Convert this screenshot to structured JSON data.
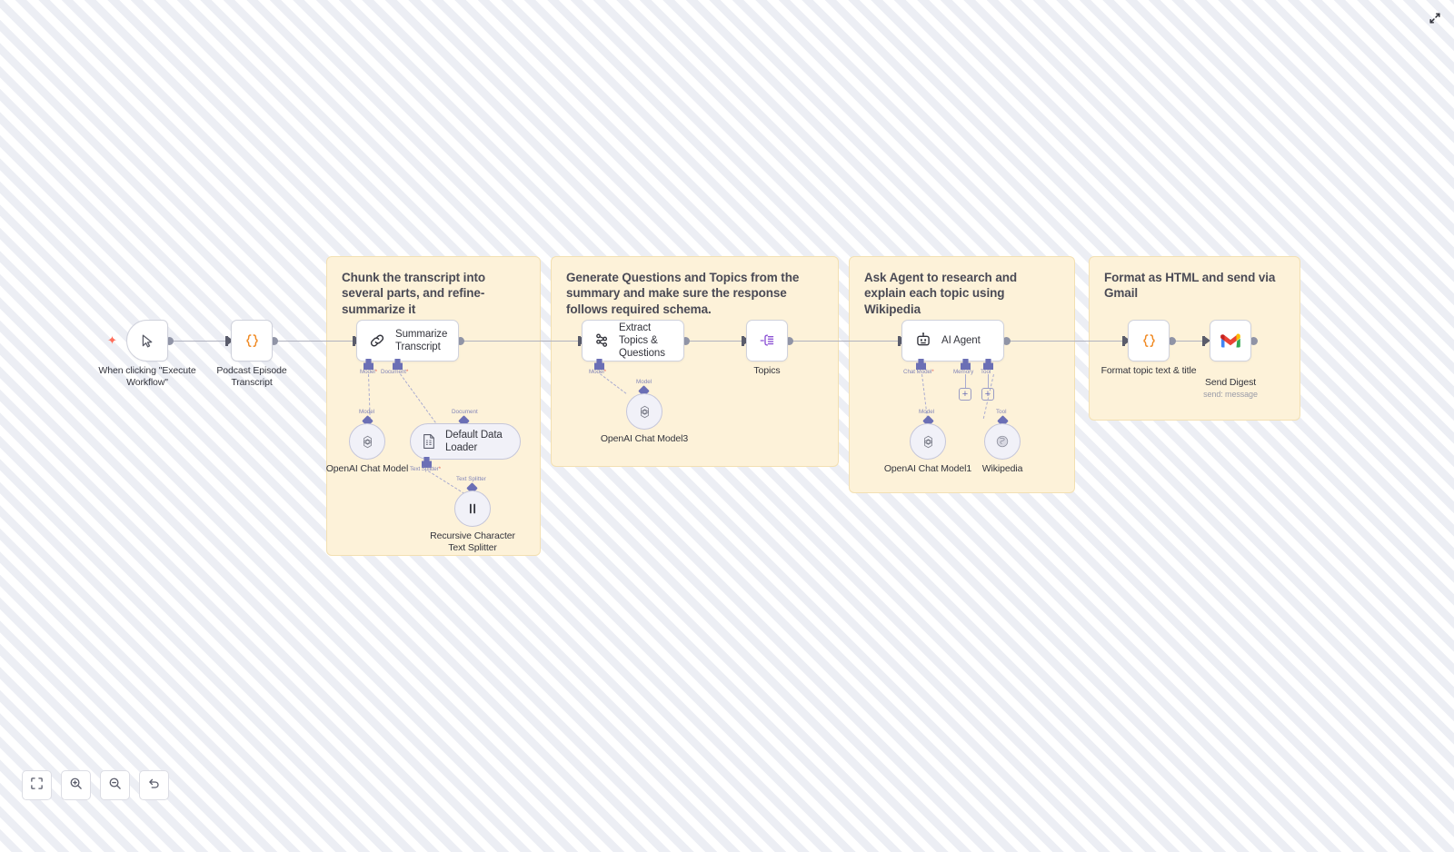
{
  "app": {
    "canvas_name": "n8n-workflow-canvas",
    "background_style": "diagonal-stripes",
    "colors": {
      "canvas_bg": "#fbfbfd",
      "stripe": "#eceef4",
      "sticky_bg": "#fdf2d9",
      "sticky_border": "#f3e0b2",
      "node_border": "#d0d2dc",
      "connector": "#b0b2bf",
      "sub_connector": "#6b6fb5",
      "port_label": "#8386b8",
      "required_marker": "#e8685a",
      "accent_orange": "#ff6d5a",
      "accent_purple": "#8c52d4"
    }
  },
  "sticky_notes": [
    {
      "id": "note-chunk",
      "title": "Chunk the transcript into several parts, and refine-summarize it"
    },
    {
      "id": "note-generate",
      "title": "Generate Questions and Topics from the summary and make sure the response follows required schema."
    },
    {
      "id": "note-agent",
      "title": "Ask Agent to research and explain each topic using Wikipedia"
    },
    {
      "id": "note-format",
      "title": "Format as HTML and send via Gmail"
    }
  ],
  "nodes": [
    {
      "id": "trigger",
      "label": "When clicking \"Execute Workflow\"",
      "icon": "cursor-pointer-icon",
      "type": "manual-trigger"
    },
    {
      "id": "podcast-transcript",
      "label": "Podcast Episode Transcript",
      "icon": "code-braces-icon",
      "type": "set"
    },
    {
      "id": "summarize-transcript",
      "inline_label": "Summarize Transcript",
      "icon": "chain-link-icon",
      "type": "chain-summarization"
    },
    {
      "id": "extract-topics",
      "inline_label": "Extract Topics & Questions",
      "icon": "information-extractor-icon",
      "type": "information-extractor"
    },
    {
      "id": "topics",
      "label": "Topics",
      "icon": "split-out-icon",
      "type": "split-out"
    },
    {
      "id": "ai-agent",
      "inline_label": "AI Agent",
      "icon": "robot-icon",
      "type": "agent"
    },
    {
      "id": "format-topic",
      "label": "Format topic text & title",
      "icon": "code-braces-icon",
      "type": "set"
    },
    {
      "id": "send-digest",
      "label": "Send Digest",
      "sub_label": "send: message",
      "icon": "gmail-icon",
      "type": "gmail"
    }
  ],
  "sub_nodes": [
    {
      "id": "openai-chat-model",
      "label": "OpenAI Chat Model",
      "icon": "openai-icon",
      "shape": "circle"
    },
    {
      "id": "default-data-loader",
      "label": "Default Data Loader",
      "inline_label": "Default Data Loader",
      "icon": "document-icon",
      "shape": "pill"
    },
    {
      "id": "recursive-splitter",
      "label": "Recursive Character Text Splitter",
      "icon": "text-splitter-icon",
      "shape": "circle"
    },
    {
      "id": "openai-chat-model3",
      "label": "OpenAI Chat Model3",
      "icon": "openai-icon",
      "shape": "circle"
    },
    {
      "id": "openai-chat-model1",
      "label": "OpenAI Chat Model1",
      "icon": "openai-icon",
      "shape": "circle"
    },
    {
      "id": "wikipedia",
      "label": "Wikipedia",
      "icon": "wikipedia-globe-icon",
      "shape": "circle"
    }
  ],
  "ports": {
    "summarize_model": "Model",
    "summarize_model_req": "*",
    "summarize_document": "Document",
    "summarize_document_req": "*",
    "loader_text_splitter": "Text Splitter",
    "loader_text_splitter_req": "*",
    "extract_model": "Model",
    "extract_model_req": "*",
    "agent_chat_model": "Chat Model",
    "agent_chat_model_req": "*",
    "agent_memory": "Memory",
    "agent_tool": "Tool"
  },
  "wire_labels": {
    "model": "Model",
    "document": "Document",
    "text_splitter": "Text Splitter",
    "tool": "Tool"
  },
  "toolbar": {
    "zoom_to_fit": "zoom-to-fit",
    "zoom_in": "zoom-in",
    "zoom_out": "zoom-out",
    "reset_zoom": "reset-zoom"
  },
  "expand": {
    "label": "expand-canvas"
  }
}
